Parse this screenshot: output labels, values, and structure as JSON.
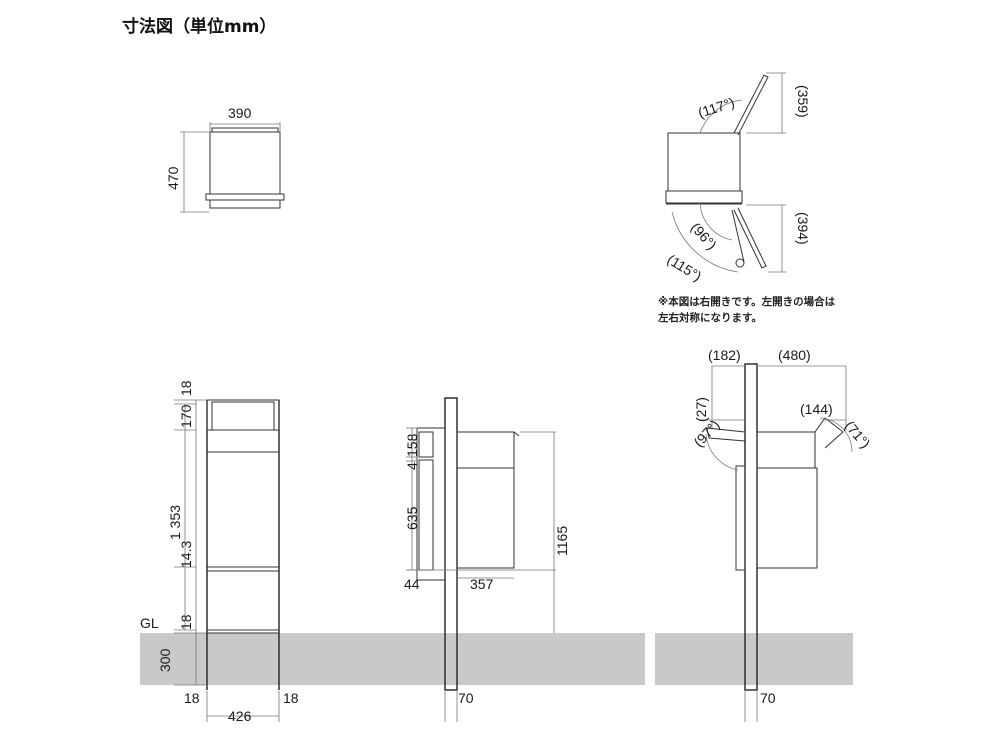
{
  "title": "寸法図（単位mm）",
  "note": {
    "line1": "※本図は右開きです。左開きの場合は",
    "line2": "左右対称になります。"
  },
  "top_view": {
    "width": "390",
    "depth": "470"
  },
  "open_view": {
    "lid_angle": "(117°)",
    "lid_len": "(359)",
    "door_angle_a": "(96°)",
    "door_angle_b": "(115°)",
    "door_len": "(394)"
  },
  "front_view": {
    "top_gap": "18",
    "top_box": "170",
    "total": "1 353",
    "mid": "14.3",
    "bottom_gap": "18",
    "ground_label": "GL",
    "burial": "300",
    "post_left": "18",
    "post_right": "18",
    "width": "426"
  },
  "side_view": {
    "top_a": "158",
    "top_b": "4",
    "body": "635",
    "base": "44",
    "depth": "357",
    "height": "1165",
    "post": "70"
  },
  "open_side_view": {
    "left_ext": "(182)",
    "right_ext": "(480)",
    "left_top": "(27)",
    "lid_ext": "(144)",
    "lid_angle": "(71°)",
    "door_angle": "(97°)",
    "post": "70"
  }
}
